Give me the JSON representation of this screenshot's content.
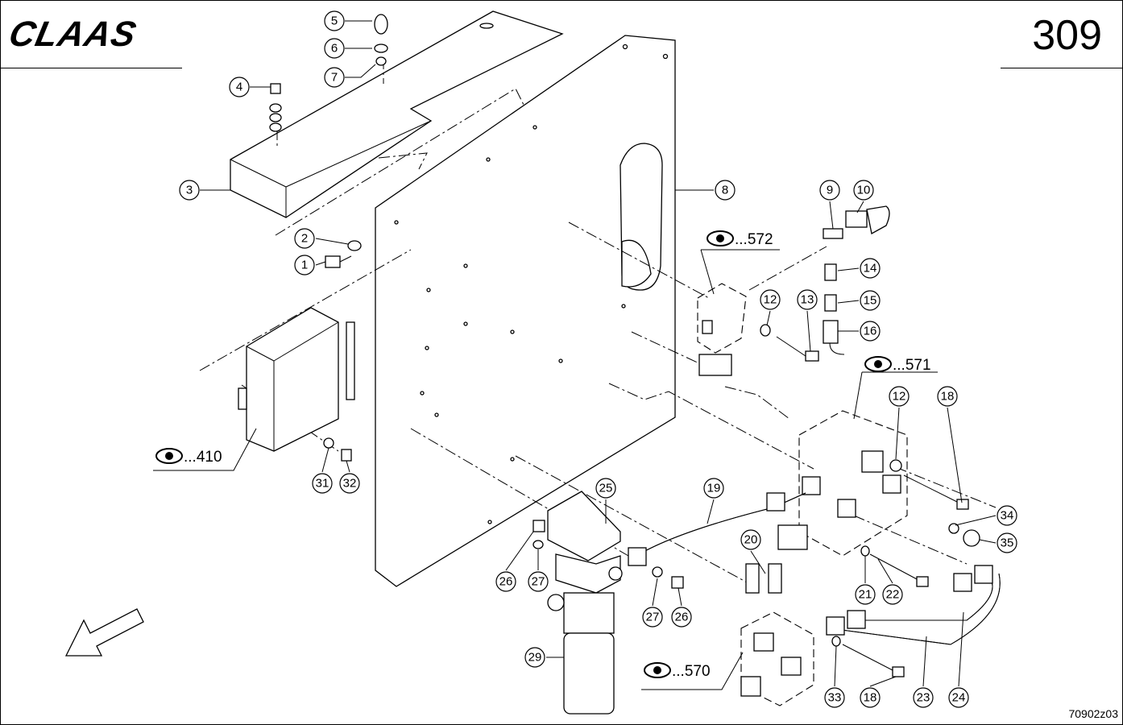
{
  "header": {
    "brand": "CLAAS",
    "page_number": "309"
  },
  "footer": {
    "drawing_code": "70902z03"
  },
  "callouts": [
    {
      "id": "c1",
      "label": "1"
    },
    {
      "id": "c2",
      "label": "2"
    },
    {
      "id": "c3",
      "label": "3"
    },
    {
      "id": "c4",
      "label": "4"
    },
    {
      "id": "c5",
      "label": "5"
    },
    {
      "id": "c6",
      "label": "6"
    },
    {
      "id": "c7",
      "label": "7"
    },
    {
      "id": "c8",
      "label": "8"
    },
    {
      "id": "c9",
      "label": "9"
    },
    {
      "id": "c10",
      "label": "10"
    },
    {
      "id": "c12a",
      "label": "12"
    },
    {
      "id": "c13",
      "label": "13"
    },
    {
      "id": "c14",
      "label": "14"
    },
    {
      "id": "c15",
      "label": "15"
    },
    {
      "id": "c16",
      "label": "16"
    },
    {
      "id": "c12b",
      "label": "12"
    },
    {
      "id": "c18a",
      "label": "18"
    },
    {
      "id": "c19",
      "label": "19"
    },
    {
      "id": "c20",
      "label": "20"
    },
    {
      "id": "c21",
      "label": "21"
    },
    {
      "id": "c22",
      "label": "22"
    },
    {
      "id": "c23",
      "label": "23"
    },
    {
      "id": "c24",
      "label": "24"
    },
    {
      "id": "c25",
      "label": "25"
    },
    {
      "id": "c26a",
      "label": "26"
    },
    {
      "id": "c27a",
      "label": "27"
    },
    {
      "id": "c27b",
      "label": "27"
    },
    {
      "id": "c26b",
      "label": "26"
    },
    {
      "id": "c29",
      "label": "29"
    },
    {
      "id": "c31",
      "label": "31"
    },
    {
      "id": "c32",
      "label": "32"
    },
    {
      "id": "c33",
      "label": "33"
    },
    {
      "id": "c18b",
      "label": "18"
    },
    {
      "id": "c34",
      "label": "34"
    },
    {
      "id": "c35",
      "label": "35"
    }
  ],
  "references": [
    {
      "id": "r572",
      "label": "...572"
    },
    {
      "id": "r571",
      "label": "...571"
    },
    {
      "id": "r410",
      "label": "...410"
    },
    {
      "id": "r570",
      "label": "...570"
    }
  ]
}
